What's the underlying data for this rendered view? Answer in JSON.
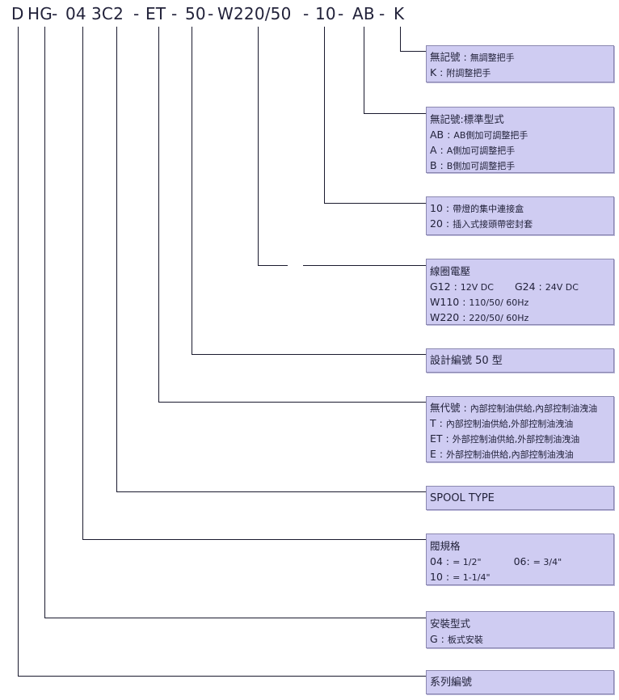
{
  "code_segments": [
    "D",
    "HG",
    "-",
    "04",
    "3C2",
    "-",
    "ET",
    "-",
    "50",
    "-",
    "W220/50",
    "-",
    "10",
    "-",
    "AB",
    "-",
    "K"
  ],
  "boxes": {
    "handle": {
      "r1_key": "無記號",
      "r1_val": "無調整把手",
      "r2_key": "K",
      "r2_val": "附調整把手"
    },
    "adjust": {
      "head": "無記號:標準型式",
      "r1_key": "AB",
      "r1_val": "AB側加可調整把手",
      "r2_key": "A",
      "r2_val": "A側加可調整把手",
      "r3_key": "B",
      "r3_val": "B側加可調整把手"
    },
    "connector": {
      "r1_key": "10",
      "r1_val": "帶燈的集中連接盒",
      "r2_key": "20",
      "r2_val": "插入式接頭帶密封套"
    },
    "voltage": {
      "head": "線圈電壓",
      "r1_key": "G12",
      "r1_val": "12V DC",
      "r1b_key": "G24",
      "r1b_val": "24V DC",
      "r2_key": "W110",
      "r2_val": "110/50/ 60Hz",
      "r3_key": "W220",
      "r3_val": "220/50/ 60Hz"
    },
    "design": {
      "label": "設計編號 50 型"
    },
    "pilot": {
      "r1_key": "無代號",
      "r1_val": "內部控制油供給,內部控制油洩油",
      "r2_key": "T",
      "r2_val": "內部控制油供給,外部控制油洩油",
      "r3_key": "ET",
      "r3_val": "外部控制油供給,外部控制油洩油",
      "r4_key": "E",
      "r4_val": "外部控制油供給,內部控制油洩油"
    },
    "spool": {
      "label": "SPOOL TYPE"
    },
    "size": {
      "head": "閥規格",
      "r1_key": "04",
      "r1_val": "= 1/2\"",
      "r1b_key": "06",
      "r1b_val": "= 3/4\"",
      "r2_key": "10",
      "r2_val": "= 1-1/4\""
    },
    "mount": {
      "head": "安裝型式",
      "r1_key": "G",
      "r1_val": "板式安裝"
    },
    "series": {
      "label": "系列編號"
    }
  },
  "colors": {
    "box_fill": "#cfccf2",
    "box_border": "#8b88b0",
    "line": "#1a1a2e"
  }
}
